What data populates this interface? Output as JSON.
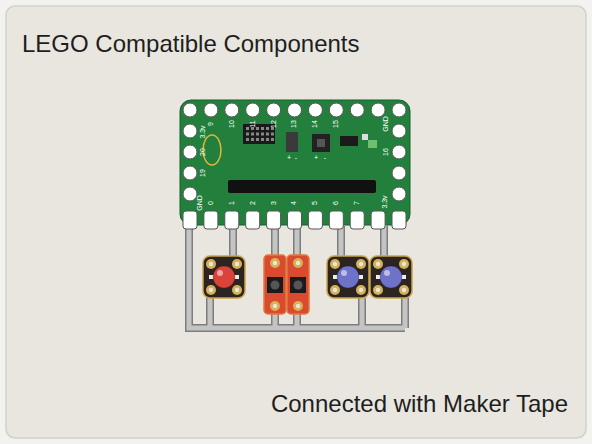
{
  "diagram": {
    "title": "LEGO Compatible Components",
    "caption": "Connected with Maker Tape",
    "labels": [
      "3.3v",
      "9",
      "10",
      "11",
      "12",
      "13",
      "14",
      "15",
      "GND",
      "20",
      "16",
      "19",
      "+",
      "-",
      "+",
      "-",
      "GND",
      "0",
      "1",
      "2",
      "3",
      "4",
      "5",
      "6",
      "7",
      "3.3v"
    ]
  }
}
